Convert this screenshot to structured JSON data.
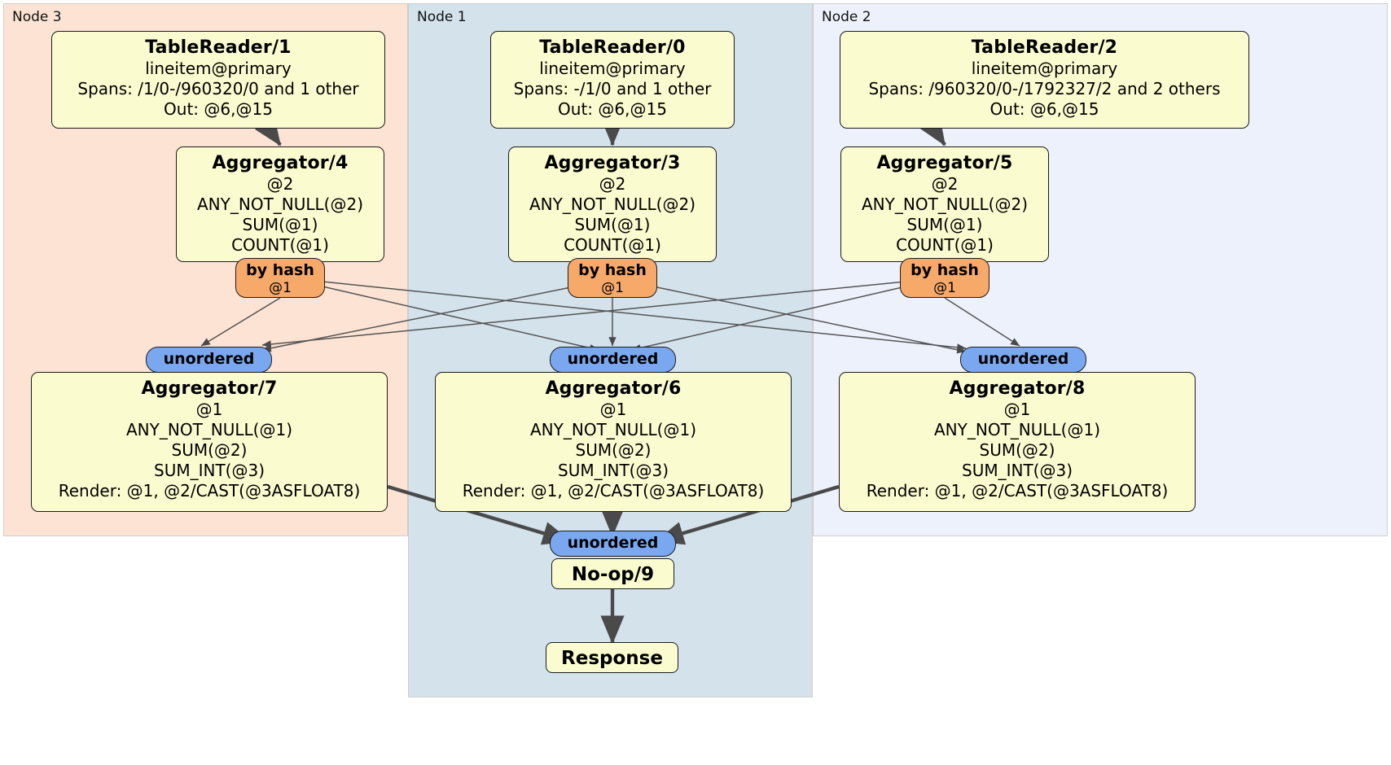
{
  "diagram": {
    "type": "distributed-query-plan",
    "colors": {
      "node3_bg": "#fce3d3",
      "node1_bg": "#d4e2ec",
      "node2_bg": "#edf1fc",
      "processor_fill": "#fbfbd0",
      "hash_router": "#f7a96a",
      "unordered_synchronizer": "#7aa8f0",
      "stroke": "#1c1c1c"
    },
    "nodes": [
      {
        "id": "node3",
        "label": "Node 3"
      },
      {
        "id": "node1",
        "label": "Node 1"
      },
      {
        "id": "node2",
        "label": "Node 2"
      }
    ],
    "processors": {
      "tablereader1": {
        "title": "TableReader/1",
        "lines": [
          "lineitem@primary",
          "Spans: /1/0-/960320/0 and 1 other",
          "Out: @6,@15"
        ]
      },
      "tablereader0": {
        "title": "TableReader/0",
        "lines": [
          "lineitem@primary",
          "Spans: -/1/0 and 1 other",
          "Out: @6,@15"
        ]
      },
      "tablereader2": {
        "title": "TableReader/2",
        "lines": [
          "lineitem@primary",
          "Spans: /960320/0-/1792327/2 and 2 others",
          "Out: @6,@15"
        ]
      },
      "aggregator4": {
        "title": "Aggregator/4",
        "lines": [
          "@2",
          "ANY_NOT_NULL(@2)",
          "SUM(@1)",
          "COUNT(@1)"
        ]
      },
      "aggregator3": {
        "title": "Aggregator/3",
        "lines": [
          "@2",
          "ANY_NOT_NULL(@2)",
          "SUM(@1)",
          "COUNT(@1)"
        ]
      },
      "aggregator5": {
        "title": "Aggregator/5",
        "lines": [
          "@2",
          "ANY_NOT_NULL(@2)",
          "SUM(@1)",
          "COUNT(@1)"
        ]
      },
      "aggregator7": {
        "title": "Aggregator/7",
        "lines": [
          "@1",
          "ANY_NOT_NULL(@1)",
          "SUM(@2)",
          "SUM_INT(@3)",
          "Render: @1, @2/CAST(@3ASFLOAT8)"
        ]
      },
      "aggregator6": {
        "title": "Aggregator/6",
        "lines": [
          "@1",
          "ANY_NOT_NULL(@1)",
          "SUM(@2)",
          "SUM_INT(@3)",
          "Render: @1, @2/CAST(@3ASFLOAT8)"
        ]
      },
      "aggregator8": {
        "title": "Aggregator/8",
        "lines": [
          "@1",
          "ANY_NOT_NULL(@1)",
          "SUM(@2)",
          "SUM_INT(@3)",
          "Render: @1, @2/CAST(@3ASFLOAT8)"
        ]
      },
      "noop9": {
        "title": "No-op/9"
      },
      "response": {
        "title": "Response"
      }
    },
    "routers": {
      "hash_left": {
        "label": "by hash",
        "sub": "@1"
      },
      "hash_center": {
        "label": "by hash",
        "sub": "@1"
      },
      "hash_right": {
        "label": "by hash",
        "sub": "@1"
      }
    },
    "synchronizers": {
      "sync_left": {
        "label": "unordered"
      },
      "sync_center": {
        "label": "unordered"
      },
      "sync_right": {
        "label": "unordered"
      },
      "sync_final": {
        "label": "unordered"
      }
    }
  }
}
